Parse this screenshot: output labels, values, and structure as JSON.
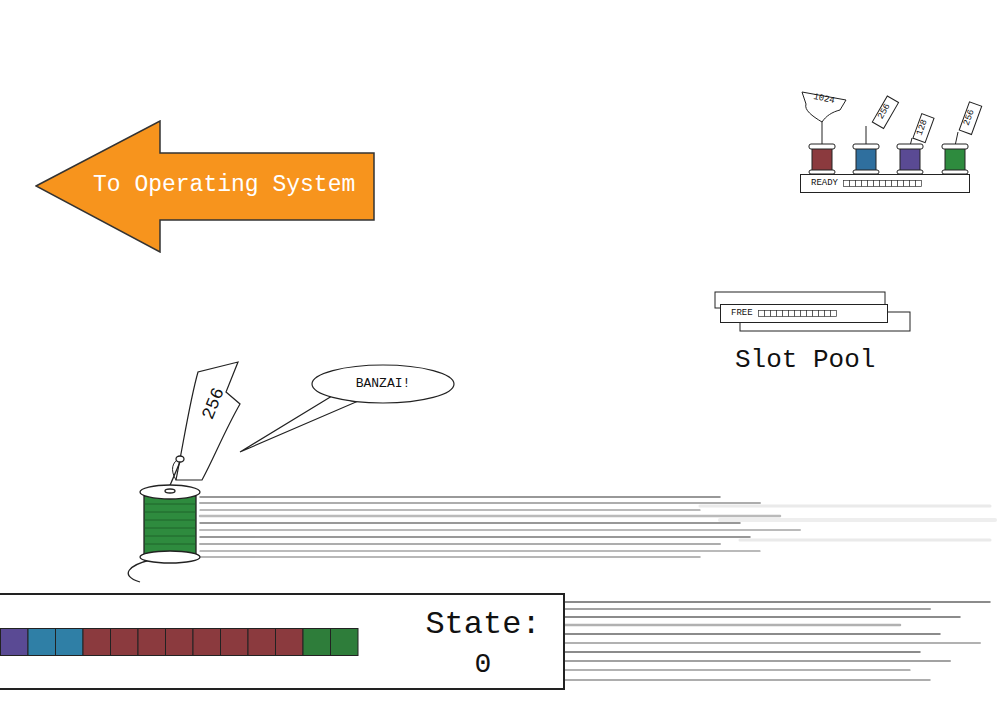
{
  "diagram": {
    "nodes": [
      {
        "text": [
          "To Operating System"
        ]
      },
      {
        "text": [
          "READY"
        ]
      },
      {
        "text": [
          "FREE"
        ]
      },
      {
        "text": [
          "BANZAI!"
        ]
      },
      {
        "text": [
          "State:",
          "0"
        ]
      }
    ],
    "labels": [
      "1024",
      "256",
      "128",
      "256",
      "256",
      "Slot Pool"
    ]
  }
}
